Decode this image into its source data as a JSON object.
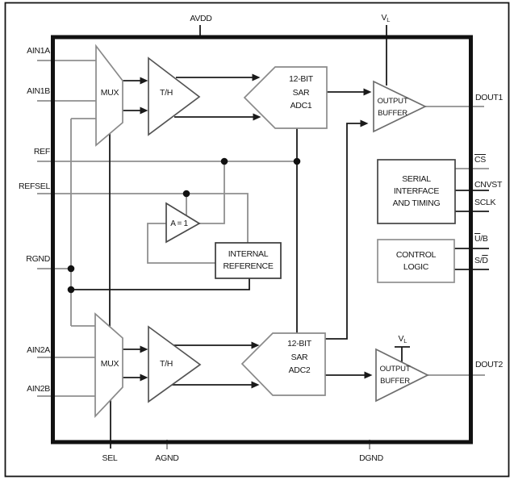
{
  "colors": {
    "background": "#ffffff",
    "chip_border": "#111111",
    "outer_frame": "#141414",
    "signal_line_black": "#1a1a1a",
    "pin_line_gray": "#8f8f8f",
    "block_outline_gray": "#8a8a8a",
    "block_outline_dark": "#444444"
  },
  "pins": {
    "left": [
      {
        "id": "ain1a",
        "label": "AIN1A"
      },
      {
        "id": "ain1b",
        "label": "AIN1B"
      },
      {
        "id": "ref",
        "label": "REF"
      },
      {
        "id": "refsel",
        "label": "REFSEL"
      },
      {
        "id": "rgnd",
        "label": "RGND"
      },
      {
        "id": "ain2a",
        "label": "AIN2A"
      },
      {
        "id": "ain2b",
        "label": "AIN2B"
      }
    ],
    "top": [
      {
        "id": "avdd",
        "label": "AVDD"
      },
      {
        "id": "vl",
        "segments": [
          {
            "t": "V"
          },
          {
            "t": "L",
            "sub": true
          }
        ]
      }
    ],
    "right": [
      {
        "id": "dout1",
        "label": "DOUT1"
      },
      {
        "id": "cs",
        "segments": [
          {
            "t": "CS",
            "bar": true
          }
        ]
      },
      {
        "id": "cnvst",
        "label": "CNVST"
      },
      {
        "id": "sclk",
        "label": "SCLK"
      },
      {
        "id": "ub",
        "segments": [
          {
            "t": "U",
            "bar": true
          },
          {
            "t": "/B"
          }
        ]
      },
      {
        "id": "sd",
        "segments": [
          {
            "t": "S/"
          },
          {
            "t": "D",
            "bar": true
          }
        ]
      },
      {
        "id": "dout2",
        "label": "DOUT2"
      }
    ],
    "bottom": [
      {
        "id": "sel",
        "label": "SEL"
      },
      {
        "id": "agnd",
        "label": "AGND"
      },
      {
        "id": "dgnd",
        "label": "DGND"
      }
    ]
  },
  "blocks": {
    "mux1": {
      "label": "MUX"
    },
    "th1": {
      "label": "T/H"
    },
    "adc1": {
      "label": "12-BIT\nSAR\nADC1"
    },
    "buf1": {
      "label": "OUTPUT\nBUFFER"
    },
    "serial": {
      "label": "SERIAL\nINTERFACE\nAND TIMING"
    },
    "control": {
      "label": "CONTROL\nLOGIC"
    },
    "amp": {
      "label": "A = 1"
    },
    "intref": {
      "label": "INTERNAL\nREFERENCE"
    },
    "mux2": {
      "label": "MUX"
    },
    "th2": {
      "label": "T/H"
    },
    "adc2": {
      "label": "12-BIT\nSAR\nADC2"
    },
    "buf2": {
      "label": "OUTPUT\nBUFFER"
    },
    "buf2_supply": {
      "segments": [
        {
          "t": "V"
        },
        {
          "t": "L",
          "sub": true
        }
      ]
    }
  }
}
